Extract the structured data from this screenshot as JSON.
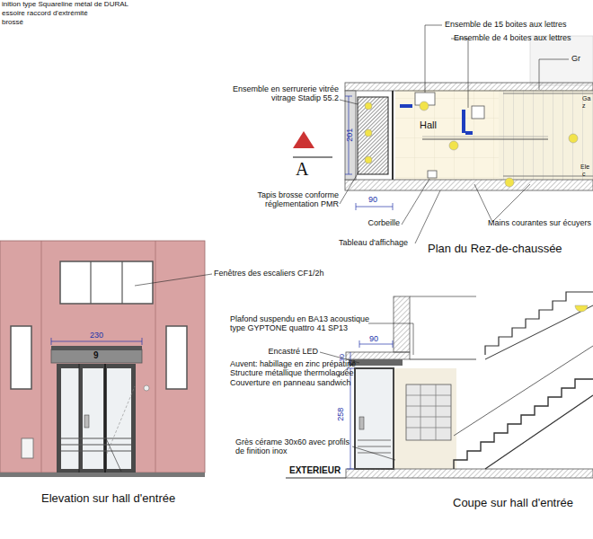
{
  "diagram": {
    "labels": [
      "inition type Squareline métal de DURAL",
      "essoire raccord d'extrémité",
      "brossé",
      "Ensemble de 15 boites aux lettres",
      "Ensemble de 4 boites aux lettres",
      "Gr",
      "Ensemble en serrurerie vitrée vitrage Stadip 55.2",
      "Hall",
      "201",
      "90",
      "Tapis brosse conforme réglementation PMR",
      "Corbeille",
      "Tableau d'affichage",
      "Mains courantes sur écuyers",
      "Plan du Rez-de-chaussée",
      "A",
      "Ga",
      "z",
      "Ele",
      "c",
      "Fenêtres des escaliers CF1/2h",
      "230",
      "9",
      "Elevation sur hall d'entrée",
      "Plafond suspendu en BA13 acoustique type GYPTONE quattro 41 SP13",
      "90",
      "Encastré LED",
      "Auvent: habillage en zinc prépatiné Structure métallique thermolaquée Couverture en panneau sandwich",
      "30",
      "258",
      "Grès cérame 30x60 avec profils de finition inox",
      "EXTERIEUR",
      "Coupe sur hall d'entrée"
    ]
  }
}
